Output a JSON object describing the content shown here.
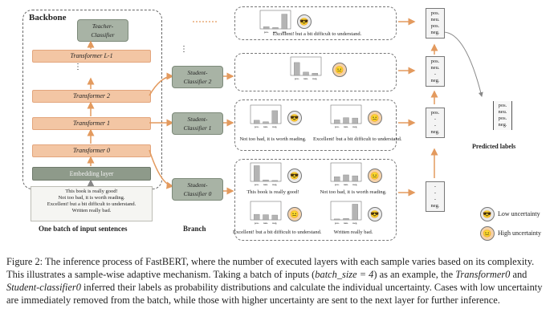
{
  "diagram": {
    "backbone_title": "Backbone",
    "branch_title": "Branch",
    "input_title": "One batch of input sentences",
    "predicted_title": "Predicted labels",
    "teacher": [
      "Teacher-",
      "Classifier"
    ],
    "transformers": [
      "Transformer L-1",
      "Transformer 2",
      "Transformer 1",
      "Transformer 0"
    ],
    "embedding": "Embedding layer",
    "students": [
      [
        "Student-",
        "Classifier 2"
      ],
      [
        "Student-",
        "Classifier 1"
      ],
      [
        "Student-",
        "Classifier 0"
      ]
    ],
    "input_sentences": [
      "This book is really good!",
      "Not too bad, it is worth reading.",
      "Excellent! but a bit difficult to understand.",
      "Written really bad."
    ],
    "chart_labels": [
      "pos.",
      "neu.",
      "neg."
    ],
    "sentences": {
      "s1": "This book is really good!",
      "s2": "Not too bad, it is worth reading.",
      "s3": "Excellent! but a bit difficult to understand.",
      "s4": "Written really bad."
    },
    "vector_full": [
      "pos.",
      "neu.",
      "pos.",
      "neg."
    ],
    "vector_partial_a": [
      "pos.",
      "neu.",
      "-",
      "neg."
    ],
    "vector_partial_b": [
      "pos.",
      "-",
      "-",
      "neg."
    ],
    "vector_empty": [
      "-",
      "-",
      "-",
      "neg."
    ],
    "legend_low": "Low uncertainty",
    "legend_high": "High uncertainty",
    "dots": "⋮",
    "dots_h": "⋮"
  },
  "caption": {
    "prefix": "Figure 2: The inference process of FastBERT, where the number of executed layers with each sample varies based on its complexity. This illustrates a sample-wise adaptive mechanism. Taking a batch of inputs (",
    "math": "batch_size = 4",
    "middle": ") as an example, the ",
    "t0": "Transformer0",
    "and": " and ",
    "s0": "Student-classifier0",
    "suffix": " inferred their labels as probability distributions and calculate the individual uncertainty. Cases with low uncertainty are immediately removed from the batch, while those with higher uncertainty are sent to the next layer for further inference."
  }
}
